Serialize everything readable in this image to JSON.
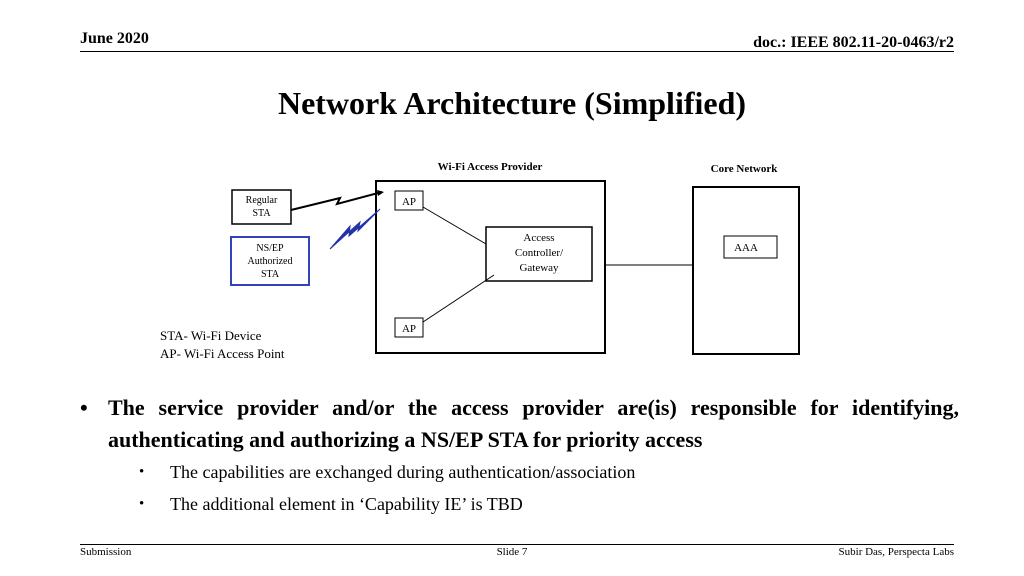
{
  "header": {
    "date": "June 2020",
    "doc": "doc.: IEEE 802.11-20-0463/r2"
  },
  "title": "Network Architecture (Simplified)",
  "diagram": {
    "wifi_provider_label": "Wi-Fi Access Provider",
    "core_network_label": "Core Network",
    "regular_sta": "Regular\nSTA",
    "nsep_sta": "NS/EP\nAuthorized\nSTA",
    "ap_top": "AP",
    "ap_bottom": "AP",
    "access_controller": "Access\nController/\nGateway",
    "aaa": "AAA",
    "nsep_color": "#3344bb",
    "bolt_color": "#2233aa"
  },
  "legend": {
    "sta": "STA- Wi-Fi Device",
    "ap": "AP- Wi-Fi Access Point"
  },
  "bullets": {
    "main": "The service provider and/or the access provider are(is) responsible for identifying, authenticating and authorizing a NS/EP STA for priority access",
    "sub": [
      "The capabilities are exchanged during authentication/association",
      "The additional element in ‘Capability IE’ is TBD"
    ]
  },
  "footer": {
    "left": "Submission",
    "center": "Slide 7",
    "right": "Subir Das, Perspecta Labs"
  }
}
